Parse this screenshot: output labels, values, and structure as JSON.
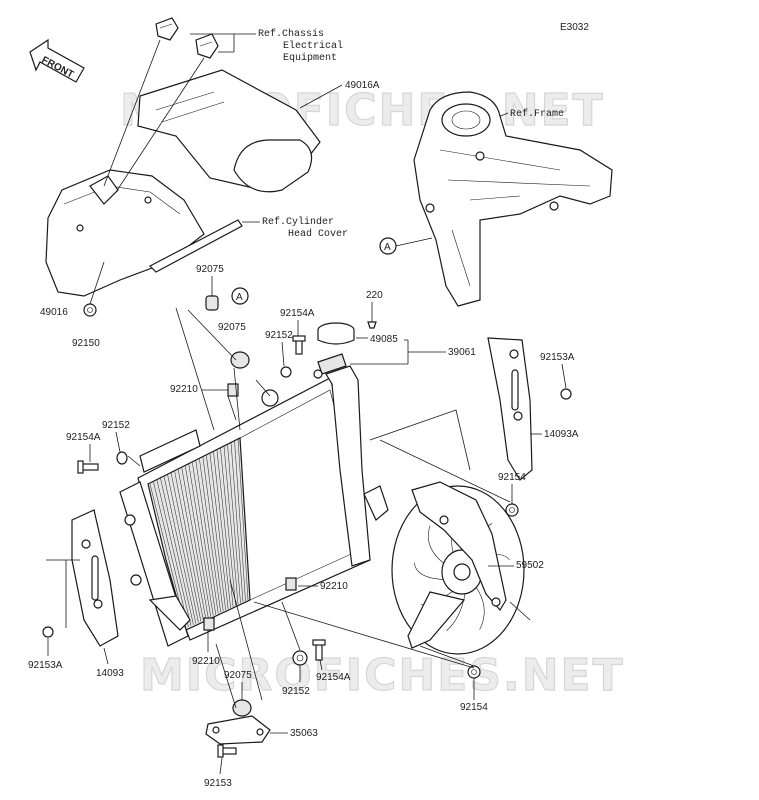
{
  "diagram_code": "E3032",
  "front_label": "FRONT",
  "watermark": "MICROFICHES.NET",
  "refs": {
    "chassis_electrical": [
      "Ref.Chassis",
      "Electrical",
      "Equipment"
    ],
    "frame": "Ref.Frame",
    "cylinder_head_cover": [
      "Ref.Cylinder",
      "Head Cover"
    ]
  },
  "circle_marker": "A",
  "parts": {
    "p49016A": "49016A",
    "p49016": "49016",
    "p92150": "92150",
    "p92075_a": "92075",
    "p92075_b": "92075",
    "p92075_c": "92075",
    "p220": "220",
    "p92154A_a": "92154A",
    "p92154A_b": "92154A",
    "p92154A_c": "92154A",
    "p92152_a": "92152",
    "p92152_b": "92152",
    "p92152_c": "92152",
    "p49085": "49085",
    "p39061": "39061",
    "p92153A_a": "92153A",
    "p92153A_b": "92153A",
    "p14093A": "14093A",
    "p14093": "14093",
    "p92210_a": "92210",
    "p92210_b": "92210",
    "p92210_c": "92210",
    "p92154_a": "92154",
    "p92154_b": "92154",
    "p59502": "59502",
    "p35063": "35063",
    "p92153": "92153"
  }
}
